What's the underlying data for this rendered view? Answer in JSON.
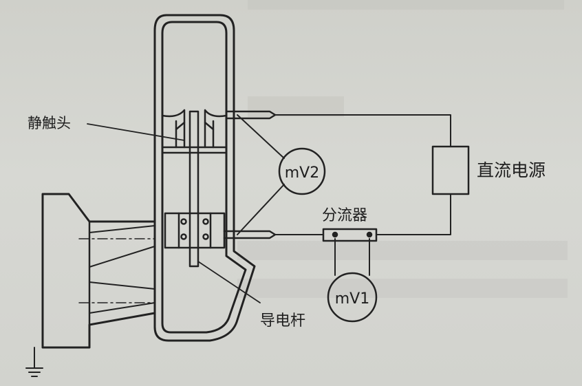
{
  "labels": {
    "static_contact": "静触头",
    "dc_power": "直流电源",
    "shunt": "分流器",
    "conductive_rod": "导电杆",
    "meter_v2": "mV2",
    "meter_v1": "mV1"
  }
}
